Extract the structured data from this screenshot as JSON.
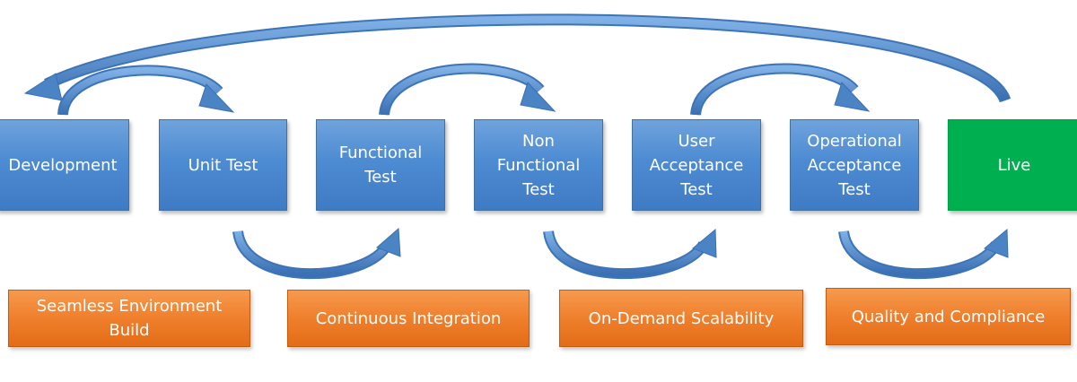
{
  "stages": [
    {
      "label": "Development"
    },
    {
      "label": "Unit Test"
    },
    {
      "label": "Functional\nTest"
    },
    {
      "label": "Non\nFunctional\nTest"
    },
    {
      "label": "User\nAcceptance\nTest"
    },
    {
      "label": "Operational\nAcceptance\nTest"
    },
    {
      "label": "Live"
    }
  ],
  "benefits": [
    {
      "label": "Seamless Environment\nBuild"
    },
    {
      "label": "Continuous Integration"
    },
    {
      "label": "On-Demand Scalability"
    },
    {
      "label": "Quality and Compliance"
    }
  ],
  "colors": {
    "stage": "#4f8fd6",
    "live": "#00b050",
    "benefit": "#ef7f2c",
    "arrow": "#4a84c4"
  }
}
